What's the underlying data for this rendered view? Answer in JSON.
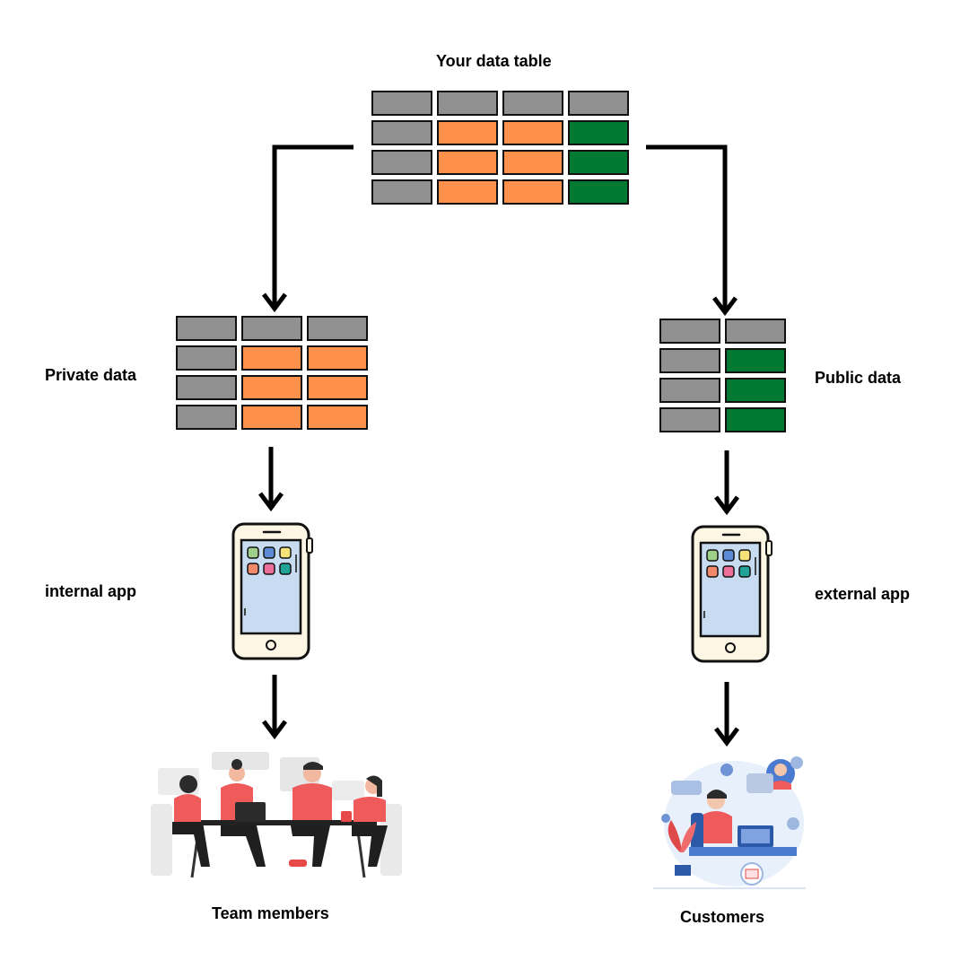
{
  "title": "Your data table",
  "source_table": {
    "rows": [
      [
        "gray",
        "gray",
        "gray",
        "gray"
      ],
      [
        "gray",
        "orange",
        "orange",
        "green"
      ],
      [
        "gray",
        "orange",
        "orange",
        "green"
      ],
      [
        "gray",
        "orange",
        "orange",
        "green"
      ]
    ]
  },
  "private_branch": {
    "label": "Private data",
    "rows": [
      [
        "gray",
        "gray",
        "gray"
      ],
      [
        "gray",
        "orange",
        "orange"
      ],
      [
        "gray",
        "orange",
        "orange"
      ],
      [
        "gray",
        "orange",
        "orange"
      ]
    ],
    "app_label": "internal app",
    "audience_label": "Team members"
  },
  "public_branch": {
    "label": "Public data",
    "rows": [
      [
        "gray",
        "gray"
      ],
      [
        "gray",
        "green"
      ],
      [
        "gray",
        "green"
      ],
      [
        "gray",
        "green"
      ]
    ],
    "app_label": "external app",
    "audience_label": "Customers"
  },
  "colors": {
    "gray": "#909090",
    "orange": "#ff914d",
    "green": "#007a33",
    "accent_red": "#ef5a5a",
    "accent_blue": "#4a7bd0"
  },
  "icons": {
    "phone": "smartphone-icon",
    "team": "team-illustration",
    "customers": "customer-support-illustration"
  }
}
